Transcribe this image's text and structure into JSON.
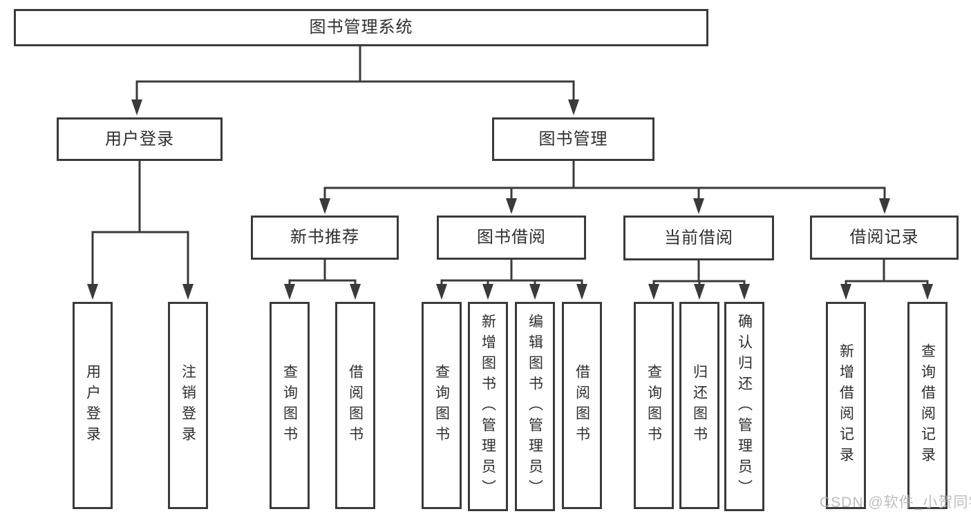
{
  "diagram": {
    "title": "图书管理系统",
    "nodes": {
      "root": "图书管理系统",
      "user_login": "用户登录",
      "book_mgmt": "图书管理",
      "new_book_rec": "新书推荐",
      "book_borrow": "图书借阅",
      "current_borrow": "当前借阅",
      "borrow_records": "借阅记录",
      "leaf_user_login": "用户登录",
      "leaf_logout": "注销登录",
      "nb_query": "查询图书",
      "nb_borrow": "借阅图书",
      "bb_query": "查询图书",
      "bb_add": "新增图书（管理员）",
      "bb_edit": "编辑图书（管理员）",
      "bb_borrow": "借阅图书",
      "cb_query": "查询图书",
      "cb_return": "归还图书",
      "cb_confirm": "确认归还（管理员）",
      "br_add": "新增借阅记录",
      "br_query": "查询借阅记录"
    },
    "colors": {
      "line": "#3a3a3a",
      "text": "#2e2e2e",
      "background": "#ffffff",
      "watermark": "#b2b2b5"
    }
  },
  "watermark": {
    "text": "CSDN @软件_小贺同学"
  }
}
